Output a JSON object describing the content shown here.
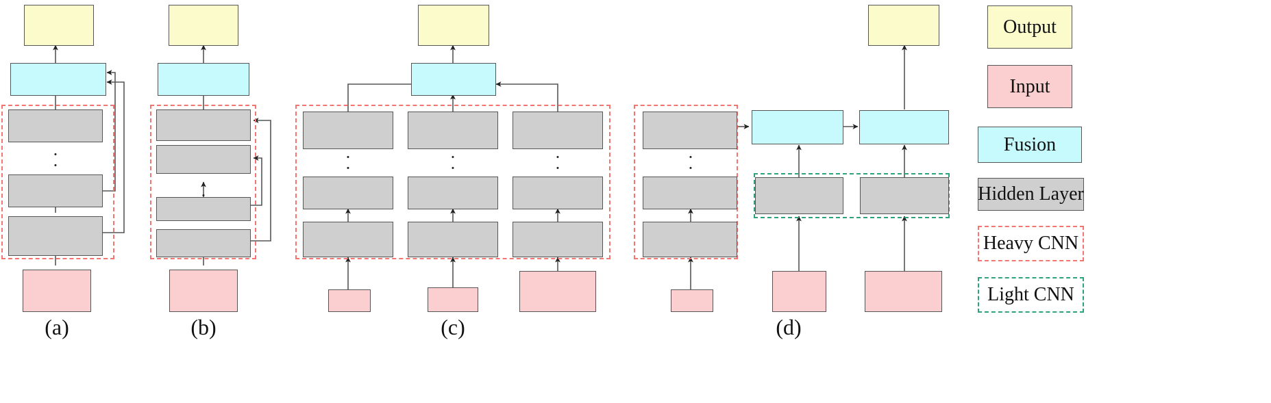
{
  "figure": {
    "title": "CNN fusion architecture variants",
    "panels": [
      {
        "id": "a",
        "label": "(a)"
      },
      {
        "id": "b",
        "label": "(b)"
      },
      {
        "id": "c",
        "label": "(c)"
      },
      {
        "id": "d",
        "label": "(d)"
      }
    ]
  },
  "colors": {
    "output": "#FBFBCC",
    "input": "#FBCFCF",
    "fusion": "#C6FAFD",
    "hidden": "#CFCFCF",
    "heavy_cnn_border": "#F4756F",
    "light_cnn_border": "#2EA37A",
    "box_border": "#555555",
    "arrow": "#333333",
    "background": "#FFFFFF"
  },
  "legend": {
    "items": [
      {
        "name": "output",
        "label": "Output",
        "style": "solid-fill",
        "fill": "#FBFBCC"
      },
      {
        "name": "input",
        "label": "Input",
        "style": "solid-fill",
        "fill": "#FBCFCF"
      },
      {
        "name": "fusion",
        "label": "Fusion",
        "style": "solid-fill",
        "fill": "#C6FAFD"
      },
      {
        "name": "hidden-layer",
        "label": "Hidden Layer",
        "style": "solid-fill",
        "fill": "#CFCFCF"
      },
      {
        "name": "heavy-cnn",
        "label": "Heavy CNN",
        "style": "dashed-red",
        "fill": "transparent"
      },
      {
        "name": "light-cnn",
        "label": "Light CNN",
        "style": "dashed-green",
        "fill": "transparent"
      }
    ]
  },
  "panel_a": {
    "label": "(a)",
    "output_label": "",
    "fusion_label": "",
    "input_label": "",
    "hidden_labels": [
      "",
      "",
      ""
    ],
    "dots": "⋮",
    "group": "Heavy CNN"
  },
  "panel_b": {
    "label": "(b)",
    "output_label": "",
    "fusion_label": "",
    "input_label": "",
    "hidden_labels": [
      "",
      "",
      "",
      ""
    ],
    "dots": "⋮",
    "group": "Heavy CNN"
  },
  "panel_c": {
    "label": "(c)",
    "output_label": "",
    "fusion_label": "",
    "input_labels": [
      "",
      "",
      ""
    ],
    "columns": 3,
    "hidden_per_column": 3,
    "dots": "⋮",
    "group": "Heavy CNN"
  },
  "panel_d": {
    "label": "(d)",
    "output_label": "",
    "fusion_labels": [
      "",
      ""
    ],
    "input_labels": [
      "",
      "",
      ""
    ],
    "heavy_hidden_labels": [
      "",
      "",
      ""
    ],
    "light_hidden_labels": [
      "",
      ""
    ],
    "dots": "⋮",
    "groups": [
      "Heavy CNN",
      "Light CNN"
    ]
  },
  "chart_data": {
    "type": "diagram",
    "title": "Comparison of multi-stream CNN fusion architectures",
    "nodes": {
      "output": 4,
      "input": 7,
      "fusion": 5,
      "hidden": 16
    },
    "panels": [
      {
        "id": "a",
        "streams": 1,
        "hidden_layers": 3,
        "fusion_blocks": 1,
        "skip_connections": 2,
        "group_boxes": [
          "Heavy CNN"
        ]
      },
      {
        "id": "b",
        "streams": 1,
        "hidden_layers": 4,
        "fusion_blocks": 1,
        "skip_connections": 2,
        "group_boxes": [
          "Heavy CNN"
        ]
      },
      {
        "id": "c",
        "streams": 3,
        "hidden_layers": 9,
        "fusion_blocks": 1,
        "skip_connections": 0,
        "group_boxes": [
          "Heavy CNN"
        ]
      },
      {
        "id": "d",
        "streams": 3,
        "hidden_layers": 5,
        "fusion_blocks": 2,
        "skip_connections": 0,
        "group_boxes": [
          "Heavy CNN",
          "Light CNN"
        ]
      }
    ]
  }
}
